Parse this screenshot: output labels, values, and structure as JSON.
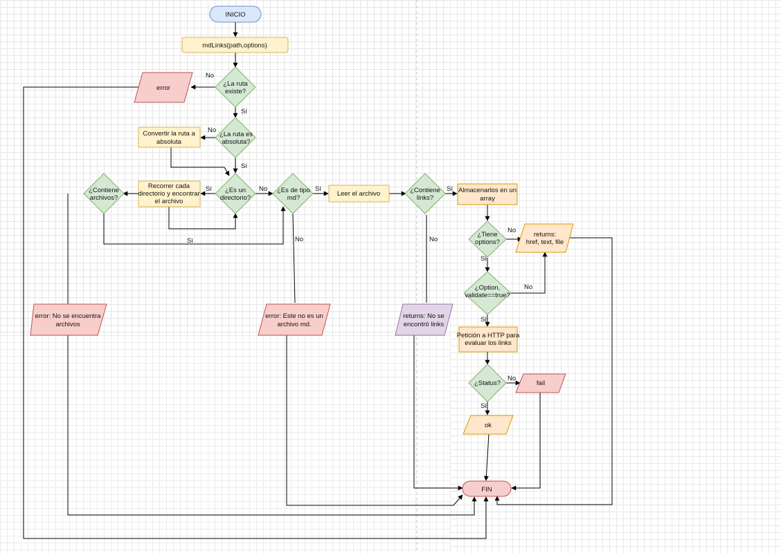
{
  "colors": {
    "terminal_fill": "#dae8fc",
    "terminal_stroke": "#6c8ebf",
    "process_fill": "#fff2cc",
    "process_stroke": "#d6b656",
    "decision_fill": "#d5e8d4",
    "decision_stroke": "#82b366",
    "error_fill": "#f8cecc",
    "error_stroke": "#b85450",
    "output_fill": "#ffe6cc",
    "output_stroke": "#d79b00",
    "purple_fill": "#e1d5e7",
    "purple_stroke": "#9673a6",
    "edge": "#000000"
  },
  "nodes": {
    "inicio": "INICIO",
    "mdlinks": "mdLinks(path,options)",
    "ruta_existe": [
      "¿La ruta",
      "existe?"
    ],
    "error": "error",
    "ruta_absoluta": [
      "¿La ruta es",
      "absoluta?"
    ],
    "convertir": [
      "Convertir la ruta a",
      "absoluta"
    ],
    "es_directorio": [
      "¿Es un",
      "directorio?"
    ],
    "recorrer": [
      "Recorrer cada",
      "directorio y encontrar",
      "el archivo"
    ],
    "contiene_archivos": [
      "¿Contiene",
      "archivos?"
    ],
    "es_md": [
      "¿Es de tipo",
      "md?"
    ],
    "leer": "Leer el archivo",
    "contiene_links": [
      "¿Contiene",
      "links?"
    ],
    "almacenar": [
      "Almacenarlos en un",
      "array"
    ],
    "tiene_options": [
      "¿Tiene",
      "options?"
    ],
    "returns_basic": [
      "returns:",
      "href, text, file"
    ],
    "validate": [
      "¿Option,",
      "validate==true?"
    ],
    "peticion": [
      "Petición a HTTP para",
      "evaluar los links"
    ],
    "status": "¿Status?",
    "fail": "fail",
    "ok": "ok",
    "error_archivos": [
      "error: No se encuentra",
      "archivos"
    ],
    "error_md": [
      "error: Este no es un",
      "archivo md."
    ],
    "returns_links": [
      "returns: No se",
      "encontró links"
    ],
    "fin": "FIN"
  },
  "edge_labels": {
    "existe_no": "No",
    "existe_si": "Sí",
    "absoluta_no": "No",
    "absoluta_si": "Sí",
    "directorio_si": "Si",
    "directorio_no": "No",
    "archivos_si": "Si",
    "md_si": "Sí",
    "md_no": "No",
    "links_si": "Sí",
    "links_no": "No",
    "options_no": "No",
    "options_si": "Sí",
    "validate_no": "No",
    "validate_si": "Sí",
    "status_no": "No",
    "status_si": "Sí"
  }
}
